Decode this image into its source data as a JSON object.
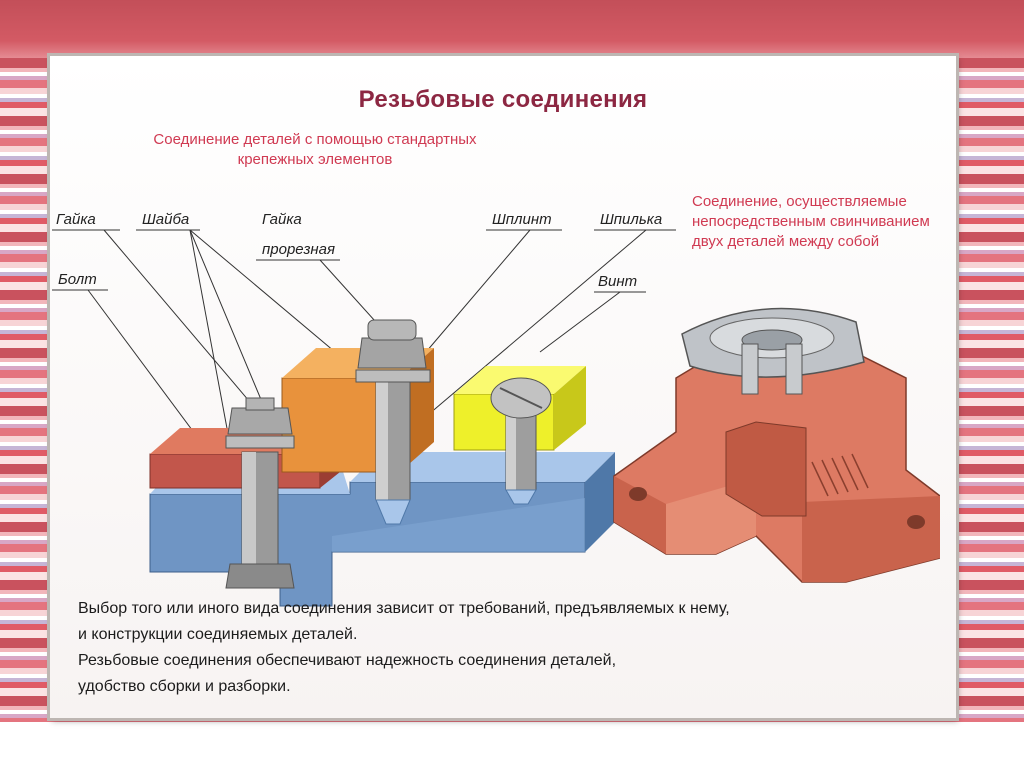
{
  "slide": {
    "title": "Резьбовые соединения",
    "subtitle": "Соединение деталей с помощью стандартных крепежных элементов",
    "right_note": "Соединение, осуществляемые непосредственным свинчиванием двух деталей между собой",
    "labels": {
      "gayka": "Гайка",
      "shayba": "Шайба",
      "gayka_proreznaya_1": "Гайка",
      "gayka_proreznaya_2": "прорезная",
      "shplint": "Шплинт",
      "shpilka": "Шпилька",
      "bolt": "Болт",
      "vint": "Винт"
    },
    "paragraphs": [
      "Выбор того или иного вида соединения зависит от требований, предъявляемых к нему,",
      "и конструкции соединяемых деталей.",
      "Резьбовые соединения обеспечивают надежность соединения деталей,",
      "удобство сборки и разборки."
    ]
  },
  "colors": {
    "title": "#8c2742",
    "accent_text": "#d03a52",
    "frame_stripe": "#c9525e"
  }
}
